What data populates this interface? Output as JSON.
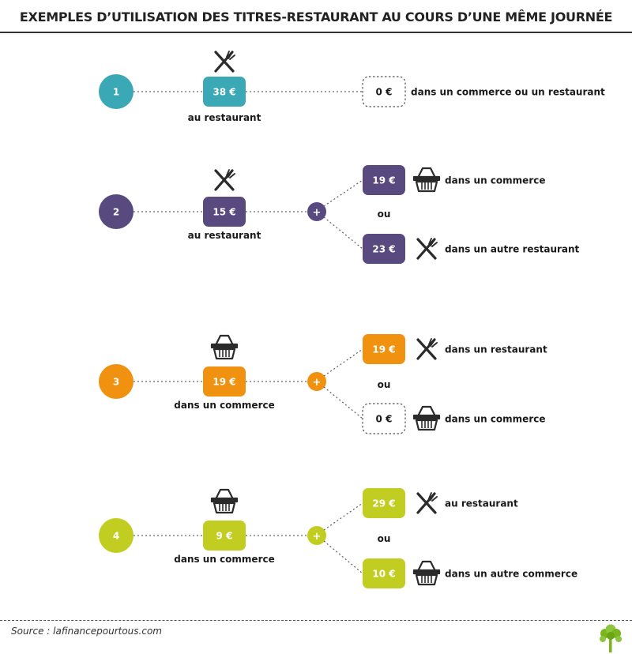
{
  "title": "EXEMPLES D’UTILISATION DES TITRES-RESTAURANT AU COURS D’UNE MÊME JOURNÉE",
  "source": "Source : lafinancepourtous.com",
  "plus_symbol": "+",
  "or_label": "ou",
  "colors": {
    "teal": "#3aa8b5",
    "purple": "#584a7e",
    "orange": "#f0920f",
    "lime": "#c2cd22",
    "icon": "#2b2b2b",
    "dots": "#666666"
  },
  "scenarios": [
    {
      "number": "1",
      "color": "teal",
      "main": {
        "amount": "38 €",
        "icon": "fork-knife-icon",
        "caption": "au restaurant"
      },
      "branches": [
        {
          "amount": "0 €",
          "empty": true,
          "icon": "",
          "label": "dans un commerce ou un restaurant"
        }
      ]
    },
    {
      "number": "2",
      "color": "purple",
      "main": {
        "amount": "15 €",
        "icon": "fork-knife-icon",
        "caption": "au restaurant"
      },
      "branches": [
        {
          "amount": "19 €",
          "empty": false,
          "icon": "basket-icon",
          "label": "dans un commerce"
        },
        {
          "amount": "23 €",
          "empty": false,
          "icon": "fork-knife-icon",
          "label": "dans un autre restaurant"
        }
      ]
    },
    {
      "number": "3",
      "color": "orange",
      "main": {
        "amount": "19 €",
        "icon": "basket-icon",
        "caption": "dans un commerce"
      },
      "branches": [
        {
          "amount": "19 €",
          "empty": false,
          "icon": "fork-knife-icon",
          "label": "dans un restaurant"
        },
        {
          "amount": "0 €",
          "empty": true,
          "icon": "basket-icon",
          "label": "dans un commerce"
        }
      ]
    },
    {
      "number": "4",
      "color": "lime",
      "main": {
        "amount": "9 €",
        "icon": "basket-icon",
        "caption": "dans un commerce"
      },
      "branches": [
        {
          "amount": "29 €",
          "empty": false,
          "icon": "fork-knife-icon",
          "label": "au restaurant"
        },
        {
          "amount": "10 €",
          "empty": false,
          "icon": "basket-icon",
          "label": "dans un autre commerce"
        }
      ]
    }
  ]
}
